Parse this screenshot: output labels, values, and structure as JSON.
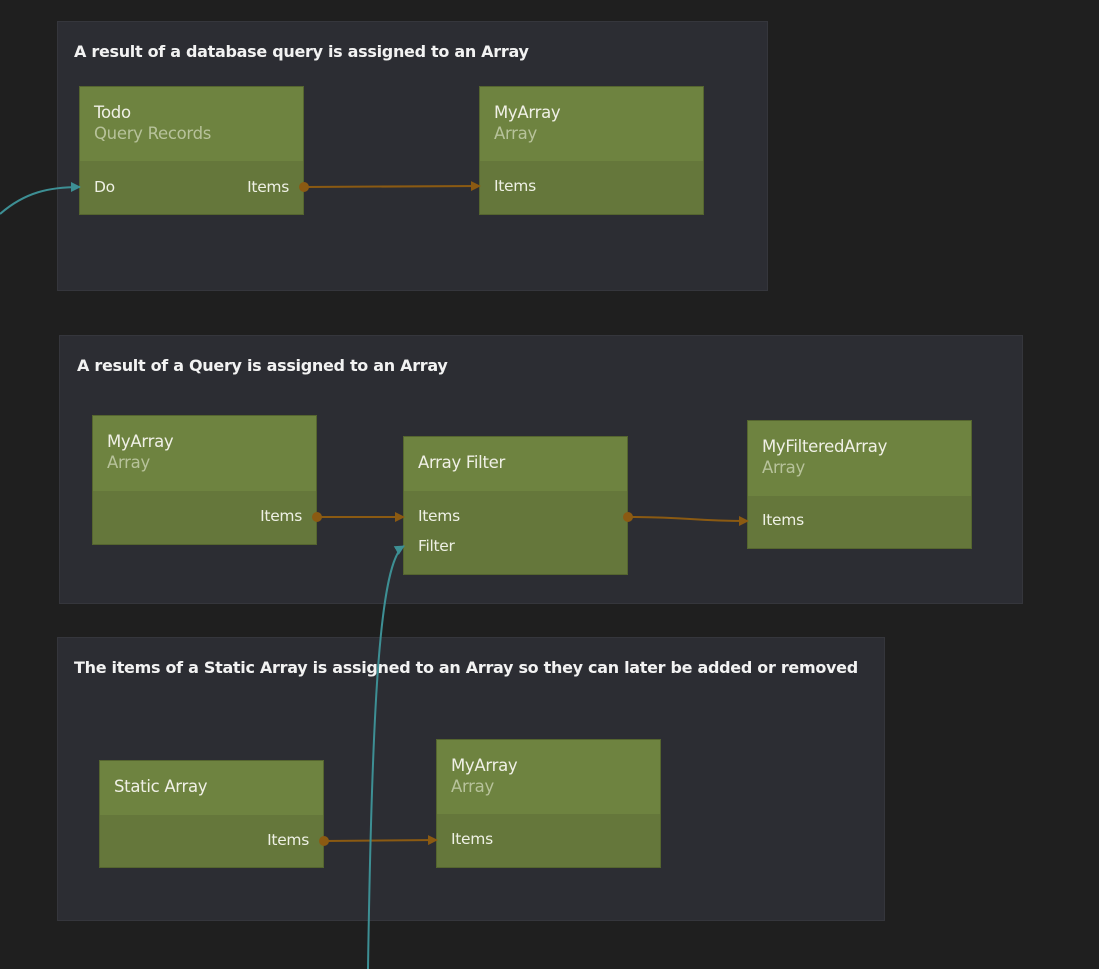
{
  "colors": {
    "background": "#1f1f1f",
    "comment": "#2c2d33",
    "node_header": "#6e8340",
    "node_body": "#65773b",
    "data_wire": "#8b5a12",
    "signal_wire": "#3d8f94"
  },
  "comments": [
    {
      "title": "A result of a database query is assigned to an Array"
    },
    {
      "title": "A result of a Query is assigned to an Array"
    },
    {
      "title": "The items of a Static Array is assigned to an Array so they can later be added or removed"
    }
  ],
  "nodes": {
    "todo": {
      "name": "Todo",
      "type": "Query Records",
      "inputs": [
        "Do"
      ],
      "outputs": [
        "Items"
      ]
    },
    "myarray1": {
      "name": "MyArray",
      "type": "Array",
      "inputs": [
        "Items"
      ]
    },
    "myarray2": {
      "name": "MyArray",
      "type": "Array",
      "outputs": [
        "Items"
      ]
    },
    "filter": {
      "name": "Array Filter",
      "inputs": [
        "Items",
        "Filter"
      ]
    },
    "filtered": {
      "name": "MyFilteredArray",
      "type": "Array",
      "inputs": [
        "Items"
      ]
    },
    "static": {
      "name": "Static Array",
      "outputs": [
        "Items"
      ]
    },
    "myarray3": {
      "name": "MyArray",
      "type": "Array",
      "inputs": [
        "Items"
      ]
    }
  }
}
